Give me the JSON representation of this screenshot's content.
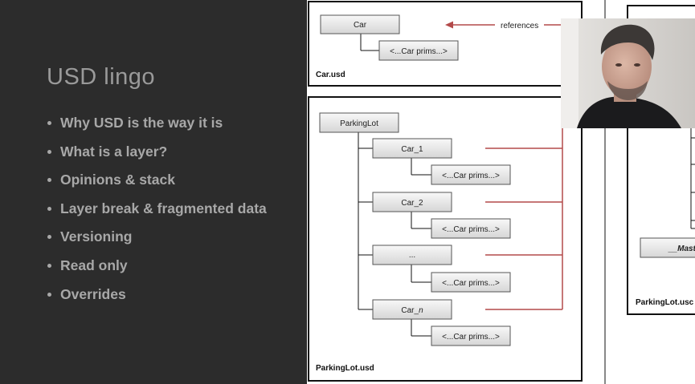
{
  "slide": {
    "title": "USD lingo",
    "bullets": [
      "Why USD is the way it is",
      "What is a layer?",
      "Opinions & stack",
      "Layer break & fragmented data",
      "Versioning",
      "Read only",
      "Overrides"
    ]
  },
  "diagram": {
    "car_layer": {
      "root": "Car",
      "child": "<...Car prims...>",
      "label": "Car.usd",
      "arrow_label": "references"
    },
    "parkinglot_layer": {
      "root": "ParkingLot",
      "cars": [
        {
          "name": "Car_1",
          "prims": "<...Car prims...>"
        },
        {
          "name": "Car_2",
          "prims": "<...Car prims...>"
        },
        {
          "name": "...",
          "prims": "<...Car prims...>"
        },
        {
          "name": "Car_",
          "name_italic": "n",
          "prims": "<...Car prims...>"
        }
      ],
      "label": "ParkingLot.usd"
    },
    "right_partial": {
      "box_label": "__Master_",
      "label": "ParkingLot.usc"
    }
  },
  "colors": {
    "slide_bg": "#2c2c2c",
    "slide_text": "#a8a8a8",
    "reference_line": "#b34a4a"
  }
}
